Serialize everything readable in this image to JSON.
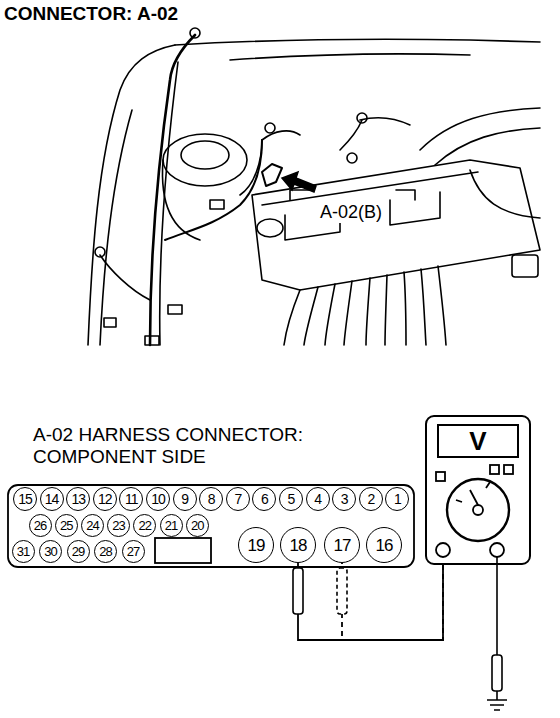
{
  "diagram": {
    "title": "CONNECTOR: A-02",
    "nodes": [
      {
        "text": [
          "15"
        ]
      },
      {
        "text": [
          "14"
        ]
      },
      {
        "text": [
          "13"
        ]
      },
      {
        "text": [
          "12"
        ]
      },
      {
        "text": [
          "11"
        ]
      },
      {
        "text": [
          "10"
        ]
      },
      {
        "text": [
          "9"
        ]
      },
      {
        "text": [
          "8"
        ]
      },
      {
        "text": [
          "7"
        ]
      },
      {
        "text": [
          "6"
        ]
      },
      {
        "text": [
          "5"
        ]
      },
      {
        "text": [
          "4"
        ]
      },
      {
        "text": [
          "3"
        ]
      },
      {
        "text": [
          "2"
        ]
      },
      {
        "text": [
          "1"
        ]
      },
      {
        "text": [
          "26"
        ]
      },
      {
        "text": [
          "25"
        ]
      },
      {
        "text": [
          "24"
        ]
      },
      {
        "text": [
          "23"
        ]
      },
      {
        "text": [
          "22"
        ]
      },
      {
        "text": [
          "21"
        ]
      },
      {
        "text": [
          "20"
        ]
      },
      {
        "text": [
          "31"
        ]
      },
      {
        "text": [
          "30"
        ]
      },
      {
        "text": [
          "29"
        ]
      },
      {
        "text": [
          "28"
        ]
      },
      {
        "text": [
          "27"
        ]
      },
      {
        "text": [
          "19"
        ]
      },
      {
        "text": [
          "18"
        ]
      },
      {
        "text": [
          "17"
        ]
      },
      {
        "text": [
          "16"
        ]
      },
      {
        "text": [
          "V"
        ]
      }
    ],
    "edges": [
      {
        "from": 31,
        "to": 28,
        "arrow": "none"
      },
      {
        "from": 31,
        "to": 29,
        "arrow": "none"
      }
    ],
    "labels": [
      "A-02(B)",
      "A-02 HARNESS CONNECTOR: COMPONENT SIDE"
    ]
  }
}
